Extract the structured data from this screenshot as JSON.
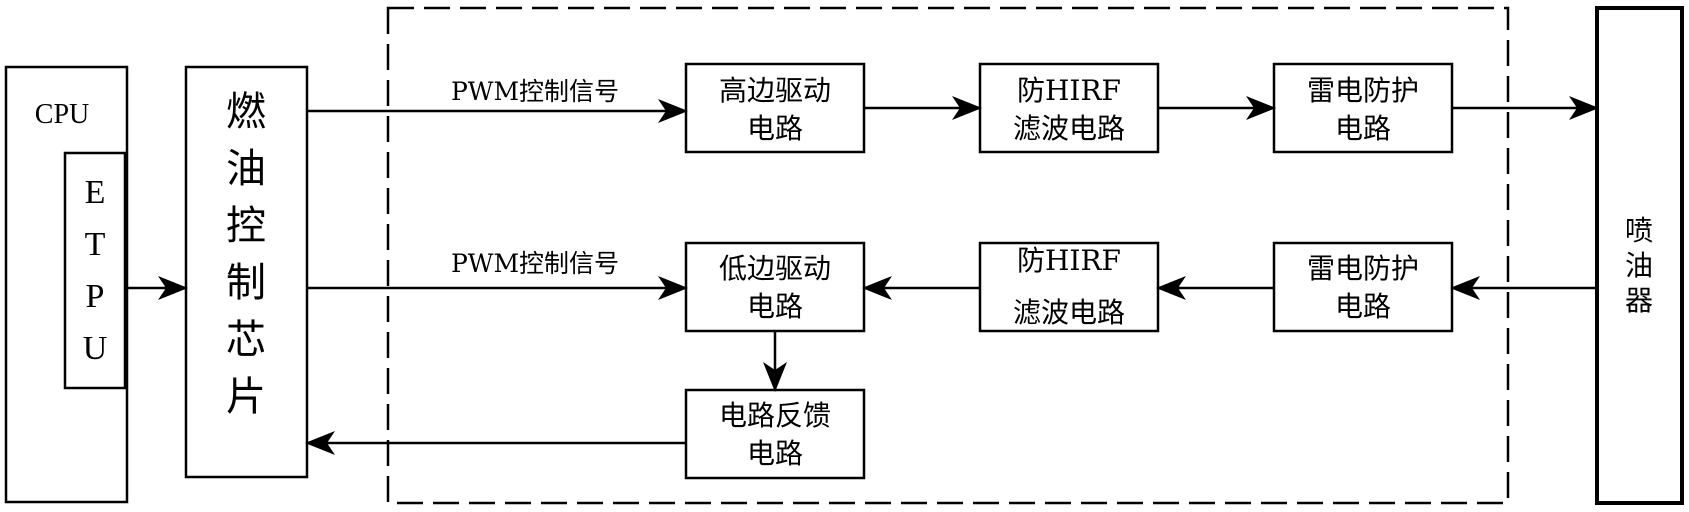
{
  "cpu": {
    "label": "CPU",
    "etpu_letters": [
      "E",
      "T",
      "P",
      "U"
    ]
  },
  "fuel_chip": {
    "chars": [
      "燃",
      "油",
      "控",
      "制",
      "芯",
      "片"
    ]
  },
  "signals": {
    "top": "PWM控制信号",
    "bottom": "PWM控制信号"
  },
  "top_row": {
    "high_side": [
      "高边驱动",
      "电路"
    ],
    "hirf": [
      "防HIRF",
      "滤波电路"
    ],
    "lightning": [
      "雷电防护",
      "电路"
    ]
  },
  "bottom_row": {
    "low_side": [
      "低边驱动",
      "电路"
    ],
    "hirf": [
      "防HIRF",
      "滤波电路"
    ],
    "lightning": [
      "雷电防护",
      "电路"
    ]
  },
  "feedback": [
    "电路反馈",
    "电路"
  ],
  "injector": {
    "chars": [
      "喷",
      "油",
      "器"
    ]
  }
}
